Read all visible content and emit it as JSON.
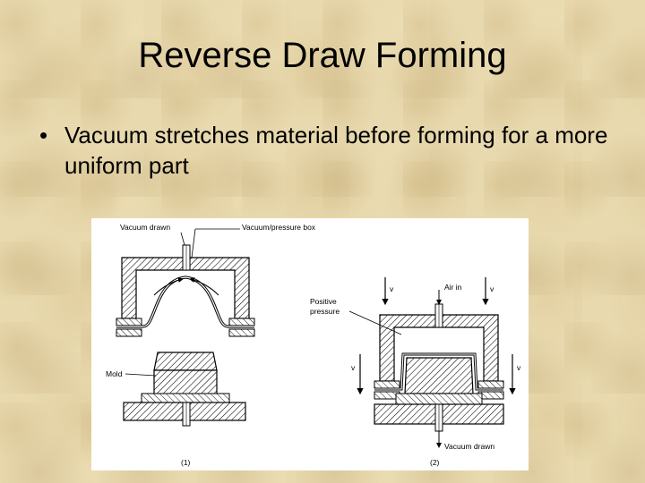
{
  "slide": {
    "title": "Reverse Draw Forming",
    "bullets": [
      "Vacuum stretches material before forming for a more uniform part"
    ]
  },
  "figure": {
    "labels": {
      "vacuum_drawn_top": "Vacuum drawn",
      "vacuum_pressure_box": "Vacuum/pressure box",
      "mold": "Mold",
      "positive_pressure_1": "Positive",
      "positive_pressure_2": "pressure",
      "air_in": "Air in",
      "v": "v",
      "vacuum_drawn_bottom": "Vacuum drawn",
      "step1": "(1)",
      "step2": "(2)"
    }
  }
}
